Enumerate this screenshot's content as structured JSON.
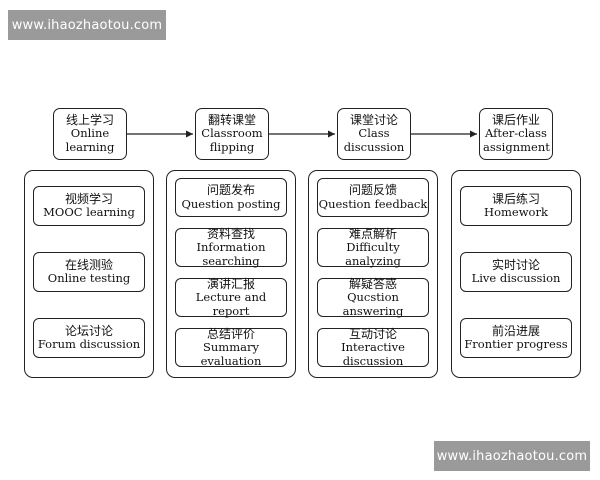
{
  "watermark": "www.ihaozhaotou.com",
  "stages": [
    {
      "cn": "线上学习",
      "en": "Online learning",
      "items": [
        {
          "cn": "视频学习",
          "en": "MOOC learning"
        },
        {
          "cn": "在线测验",
          "en": "Online testing"
        },
        {
          "cn": "论坛讨论",
          "en": "Forum discussion"
        }
      ]
    },
    {
      "cn": "翻转课堂",
      "en": "Classroom flipping",
      "items": [
        {
          "cn": "问题发布",
          "en": "Question posting"
        },
        {
          "cn": "资料查找",
          "en": "Information searching"
        },
        {
          "cn": "演讲汇报",
          "en": "Lecture and report"
        },
        {
          "cn": "总结评价",
          "en": "Summary evaluation"
        }
      ]
    },
    {
      "cn": "课堂讨论",
      "en": "Class discussion",
      "items": [
        {
          "cn": "问题反馈",
          "en": "Question feedback"
        },
        {
          "cn": "难点解析",
          "en": "Difficulty analyzing"
        },
        {
          "cn": "解疑答惑",
          "en": "Qucstion answering"
        },
        {
          "cn": "互动讨论",
          "en": "Interactive discussion"
        }
      ]
    },
    {
      "cn": "课后作业",
      "en": "After-class assignment",
      "items": [
        {
          "cn": "课后练习",
          "en": "Homework"
        },
        {
          "cn": "实时讨论",
          "en": "Live discussion"
        },
        {
          "cn": "前沿进展",
          "en": "Frontier progress"
        }
      ]
    }
  ]
}
